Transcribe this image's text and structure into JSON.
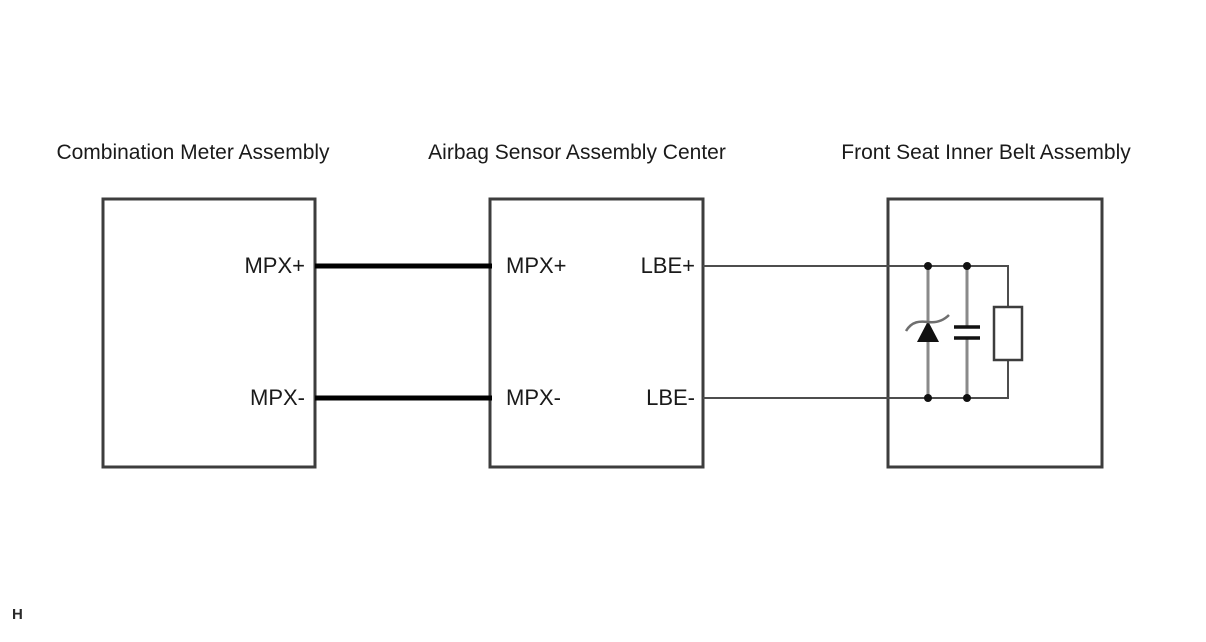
{
  "boxes": [
    {
      "title": "Combination Meter Assembly",
      "pins": {
        "mpx_plus": "MPX+",
        "mpx_minus": "MPX-"
      }
    },
    {
      "title": "Airbag Sensor Assembly Center",
      "pins": {
        "mpx_plus": "MPX+",
        "mpx_minus": "MPX-",
        "lbe_plus": "LBE+",
        "lbe_minus": "LBE-"
      }
    },
    {
      "title": "Front Seat Inner Belt Assembly",
      "components": [
        "zener-diode",
        "capacitor",
        "resistor"
      ]
    }
  ],
  "wires": [
    {
      "from": "Combination Meter Assembly MPX+",
      "to": "Airbag Sensor Assembly Center MPX+",
      "style": "thick"
    },
    {
      "from": "Combination Meter Assembly MPX-",
      "to": "Airbag Sensor Assembly Center MPX-",
      "style": "thick"
    },
    {
      "from": "Airbag Sensor Assembly Center LBE+",
      "to": "Front Seat Inner Belt Assembly",
      "style": "thin"
    },
    {
      "from": "Airbag Sensor Assembly Center LBE-",
      "to": "Front Seat Inner Belt Assembly",
      "style": "thin"
    }
  ],
  "page_marker": "H",
  "colors": {
    "background": "#ffffff",
    "box_border": "#3d3d3d",
    "thick_wire": "#000000",
    "thin_wire": "#4d4d4d",
    "component_lead": "#8a8a8a",
    "text": "#1a1a1a"
  }
}
